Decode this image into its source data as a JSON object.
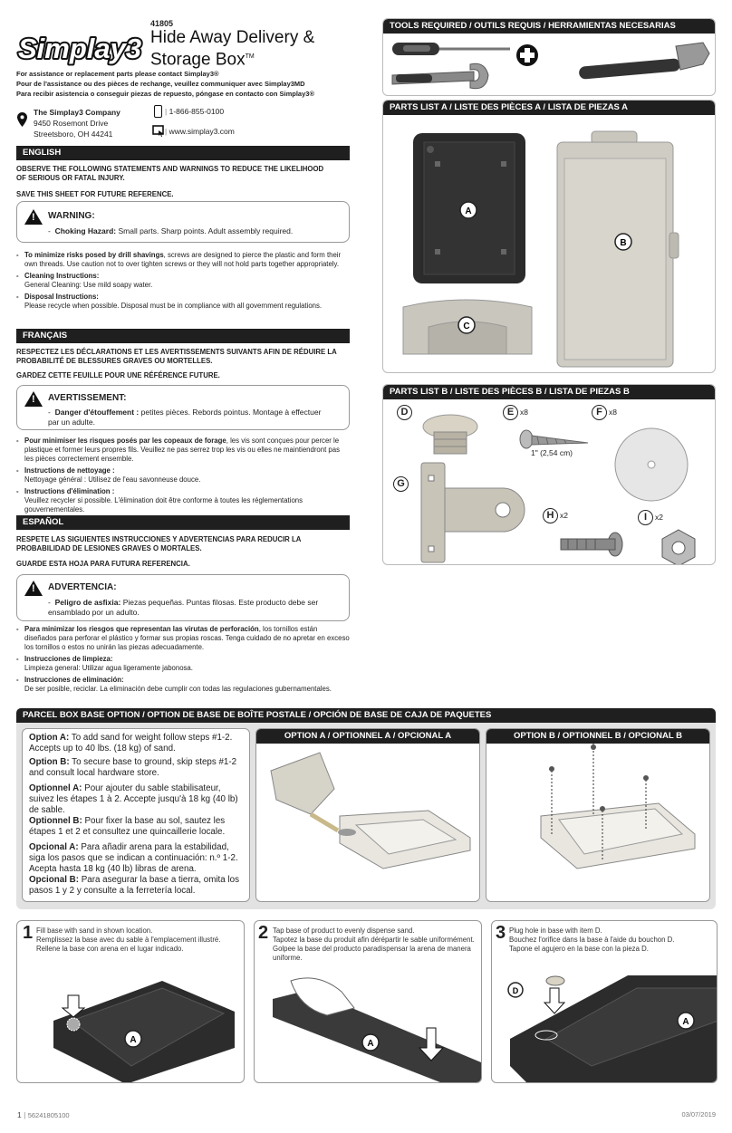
{
  "header": {
    "logo": "Simplay3",
    "model": "41805",
    "title_line1": "Hide Away Delivery &",
    "title_line2": "Storage Box",
    "tm": "TM",
    "assist_en": "For assistance or replacement parts please contact Simplay3®",
    "assist_fr": "Pour de l'assistance ou des pièces de rechange, veuillez communiquer avec Simplay3MD",
    "assist_es": "Para recibir asistencia o conseguir piezas de repuesto, póngase en contacto con Simplay3®",
    "company": "The Simplay3 Company",
    "address1": "9450 Rosemont Drive",
    "address2": "Streetsboro, OH 44241",
    "phone": "1-866-855-0100",
    "web": "www.simplay3.com"
  },
  "english": {
    "heading": "ENGLISH",
    "intro": "OBSERVE THE FOLLOWING STATEMENTS AND WARNINGS TO REDUCE THE LIKELIHOOD OF SERIOUS OR FATAL INJURY.",
    "save": "SAVE THIS SHEET FOR FUTURE REFERENCE.",
    "warn_title": "WARNING:",
    "warn_label": "Choking Hazard:",
    "warn_text": "Small parts. Sharp points. Adult assembly required.",
    "b1_label": "To minimize risks posed by drill shavings",
    "b1_text": ", screws are designed to pierce the plastic and form their own threads. Use caution not to over tighten screws or they will not hold parts together appropriately.",
    "b2_label": "Cleaning Instructions:",
    "b2_text": "General Cleaning: Use mild soapy water.",
    "b3_label": "Disposal Instructions:",
    "b3_text": "Please recycle when possible. Disposal must be in compliance with all government regulations."
  },
  "french": {
    "heading": "FRANÇAIS",
    "intro": "RESPECTEZ LES DÉCLARATIONS ET LES AVERTISSEMENTS SUIVANTS AFIN DE RÉDUIRE LA PROBABILITÉ DE BLESSURES GRAVES OU MORTELLES.",
    "save": "GARDEZ CETTE FEUILLE POUR UNE RÉFÉRENCE FUTURE.",
    "warn_title": "AVERTISSEMENT:",
    "warn_label": "Danger d'étouffement :",
    "warn_text": "petites pièces. Rebords pointus. Montage à effectuer par un adulte.",
    "b1_label": "Pour minimiser les risques posés par les copeaux de forage",
    "b1_text": ", les vis sont conçues pour percer le plastique et former leurs propres fils. Veuillez ne pas serrez trop les vis ou elles ne maintiendront pas les pièces correctement ensemble.",
    "b2_label": "Instructions de nettoyage :",
    "b2_text": "Nettoyage général : Utilisez de l'eau savonneuse douce.",
    "b3_label": "Instructions d'élimination :",
    "b3_text": "Veuillez recycler si possible. L'élimination doit être conforme à toutes les réglementations gouvernementales."
  },
  "spanish": {
    "heading": "ESPAÑOL",
    "intro": "RESPETE LAS SIGUIENTES INSTRUCCIONES Y ADVERTENCIAS PARA REDUCIR LA PROBABILIDAD DE LESIONES GRAVES O MORTALES.",
    "save": "GUARDE ESTA HOJA PARA FUTURA REFERENCIA.",
    "warn_title": "ADVERTENCIA:",
    "warn_label": "Peligro de asfixia:",
    "warn_text": "Piezas pequeñas. Puntas filosas. Este producto debe ser ensamblado por un adulto.",
    "b1_label": "Para minimizar los riesgos que representan las virutas de perforación",
    "b1_text": ", los tornillos están diseñados para perforar el plástico y formar sus propias roscas. Tenga cuidado de no apretar en exceso los tornillos o estos no unirán las piezas adecuadamente.",
    "b2_label": "Instrucciones de limpieza:",
    "b2_text": "Limpieza general: Utilizar agua ligeramente jabonosa.",
    "b3_label": "Instrucciones de eliminación:",
    "b3_text": "De ser posible, reciclar. La eliminación debe cumplir con todas las regulaciones gubernamentales."
  },
  "tools": {
    "heading": "TOOLS REQUIRED / OUTILS REQUIS / HERRAMIENTAS NECESARIAS"
  },
  "parts_a": {
    "heading": "PARTS LIST A / LISTE DES PIÈCES A / LISTA DE PIEZAS A",
    "labels": [
      "A",
      "B",
      "C"
    ]
  },
  "parts_b": {
    "heading": "PARTS LIST B / LISTE DES PIÈCES B / LISTA DE PIEZAS B",
    "d": "D",
    "e": "E",
    "e_qty": "x8",
    "f": "F",
    "f_qty": "x8",
    "g": "G",
    "h": "H",
    "h_qty": "x2",
    "i": "I",
    "i_qty": "x2",
    "screw_len": "1\" (2,54 cm)"
  },
  "parcel": {
    "heading": "PARCEL BOX BASE OPTION / OPTION DE BASE DE BOÎTE POSTALE / OPCIÓN DE BASE DE CAJA DE PAQUETES",
    "optA_label": "Option A:",
    "optA_text": "To add sand for weight follow steps #1-2. Accepts up to 40 lbs. (18 kg) of sand.",
    "optB_label": "Option B:",
    "optB_text": "To secure base to ground, skip steps #1-2 and consult local hardware store.",
    "frA_label": "Optionnel A:",
    "frA_text": "Pour ajouter du sable stabilisateur, suivez les étapes 1 à 2. Accepte jusqu'à 18 kg (40 lb) de sable.",
    "frB_label": "Optionnel B:",
    "frB_text": "Pour fixer la base au sol, sautez les étapes 1 et 2 et consultez une quincaillerie locale.",
    "esA_label": "Opcional A:",
    "esA_text": "Para añadir arena para la estabilidad, siga los pasos que se indican  a continuación: n.º 1-2. Acepta hasta 18 kg (40 lb) libras de arena.",
    "esB_label": "Opcional B:",
    "esB_text": "Para asegurar la base a tierra, omita los pasos 1 y 2 y consulte a la ferretería local.",
    "panelA": "OPTION A / OPTIONNEL A / OPCIONAL A",
    "panelB": "OPTION B / OPTIONNEL B  / OPCIONAL B"
  },
  "steps": [
    {
      "num": "1",
      "en": "Fill base with sand in shown location.",
      "fr": "Remplissez la base avec du sable à l'emplacement illustré.",
      "es": "Rellene la base con arena en el lugar indicado.",
      "label": "A"
    },
    {
      "num": "2",
      "en": "Tap base of product to evenly dispense sand.",
      "fr": "Tapotez la base du produit afin dérépartir le sable uniformément.",
      "es": "Golpee la base del producto paradispensar la arena de manera uniforme.",
      "label": "A"
    },
    {
      "num": "3",
      "en": "Plug hole in base with item D.",
      "fr": "Bouchez l'orifice dans la base à l'aide du bouchon D.",
      "es": "Tapone el agujero en la base con la pieza D.",
      "label": "A",
      "label2": "D"
    }
  ],
  "footer": {
    "page": "1",
    "code": "56241805100",
    "date": "03/07/2019"
  }
}
